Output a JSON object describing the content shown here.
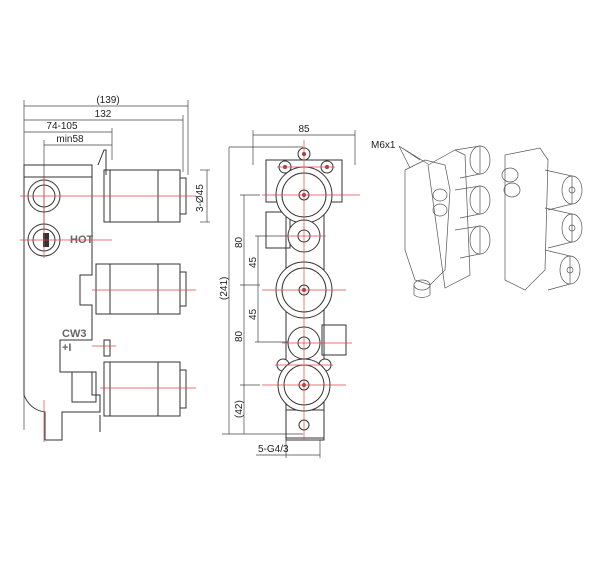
{
  "drawing": {
    "side_view": {
      "dims": {
        "overall": "(139)",
        "length": "132",
        "depth_range": "74-105",
        "min_depth": "min58",
        "knob_diameter": "3-Ø45"
      },
      "labels": {
        "hot": "HOT",
        "cw3": "CW3",
        "plus_minus": "+I"
      }
    },
    "front_view": {
      "dims": {
        "width": "85",
        "overall_height": "(241)",
        "spacing_top": "80",
        "spacing_mid_top": "45",
        "spacing_mid_bottom": "45",
        "spacing_bottom": "80",
        "bottom_offset": "(42)",
        "thread": "5-G4/3"
      }
    },
    "iso_view": {
      "labels": {
        "screw": "M6x1"
      }
    }
  },
  "colors": {
    "line": "#333333",
    "centerline": "#e0454a",
    "background": "#ffffff"
  }
}
